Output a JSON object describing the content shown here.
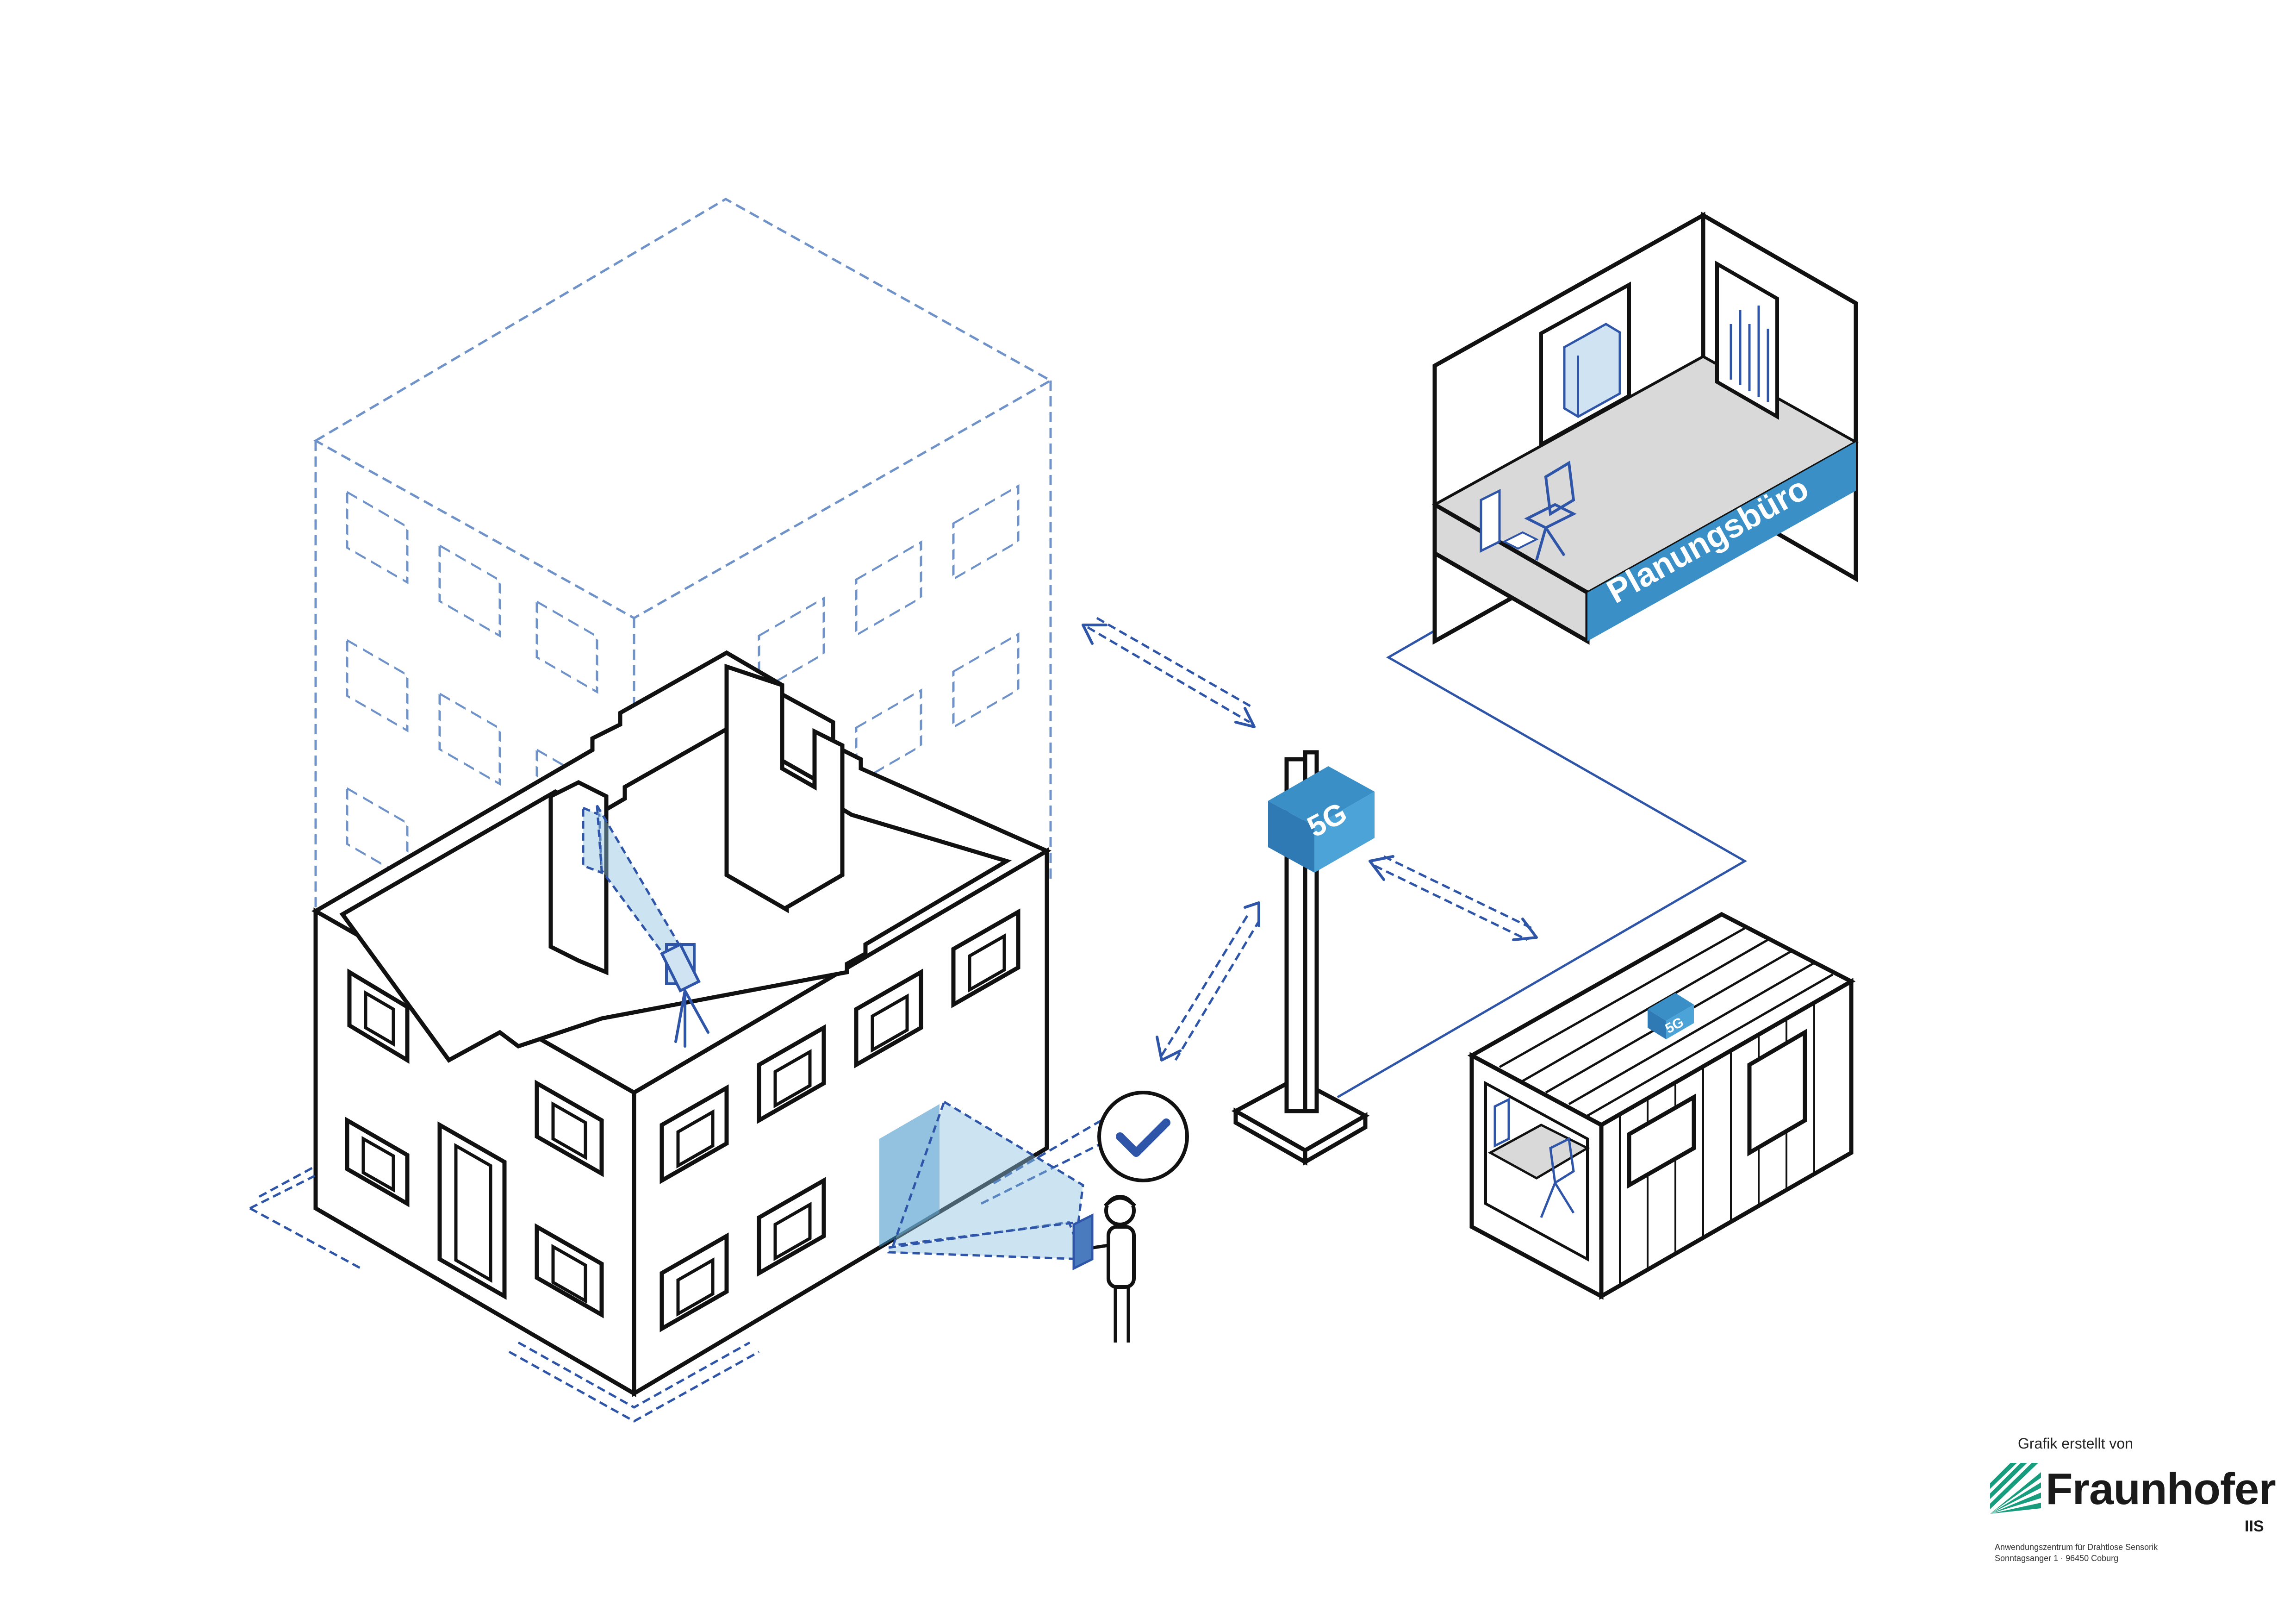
{
  "office_sign": {
    "label": "Planungsbüro"
  },
  "tower_box": {
    "label": "5G"
  },
  "container_box": {
    "label": "5G"
  },
  "credit": {
    "created_by": "Grafik erstellt von",
    "brand": "Fraunhofer",
    "unit": "IIS",
    "address_line1": "Anwendungszentrum für Drahtlose Sensorik",
    "address_line2": "Sonntagsanger 1  ·  96450 Coburg"
  },
  "colors": {
    "ink": "#111111",
    "accent_blue": "#3a8fc7",
    "line_blue": "#2f55a8",
    "ghost_blue": "#6f93c9",
    "fraunhofer_green": "#179c7d"
  }
}
